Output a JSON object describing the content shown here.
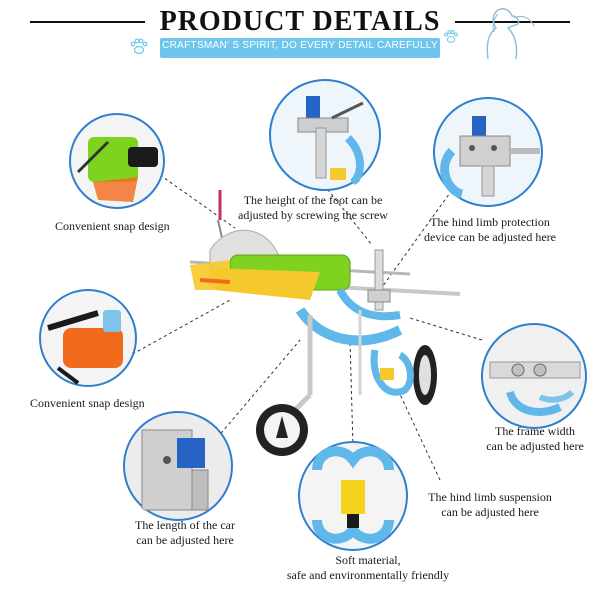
{
  "header": {
    "title": "PRODUCT DETAILS",
    "subtitle": "CRAFTSMAN' S SPIRIT, DO EVERY DETAIL CAREFULLY"
  },
  "callouts": {
    "snap_top": "Convenient snap design",
    "snap_bottom": "Convenient snap design",
    "foot_height": [
      "The height of the foot can be",
      "adjusted by screwing the screw"
    ],
    "hind_protection": [
      "The hind limb protection",
      "device can be adjusted here"
    ],
    "frame_width": [
      "The frame width",
      "can be adjusted here"
    ],
    "hind_suspension": [
      "The hind limb suspension",
      "can be adjusted here"
    ],
    "car_length": [
      "The length of the car",
      "can be adjusted here"
    ],
    "soft_material": [
      "Soft material,",
      "safe and environmentally friendly"
    ]
  },
  "colors": {
    "accent_blue": "#2f7fcf",
    "header_bar": "#6ec6ee",
    "frame_blue": "#5fb7ea",
    "strap_yellow": "#f5c92b",
    "mesh_green": "#7ed321",
    "mesh_orange": "#f26a1b"
  },
  "icons": [
    "paw-print-icon",
    "dog-silhouette-icon"
  ]
}
